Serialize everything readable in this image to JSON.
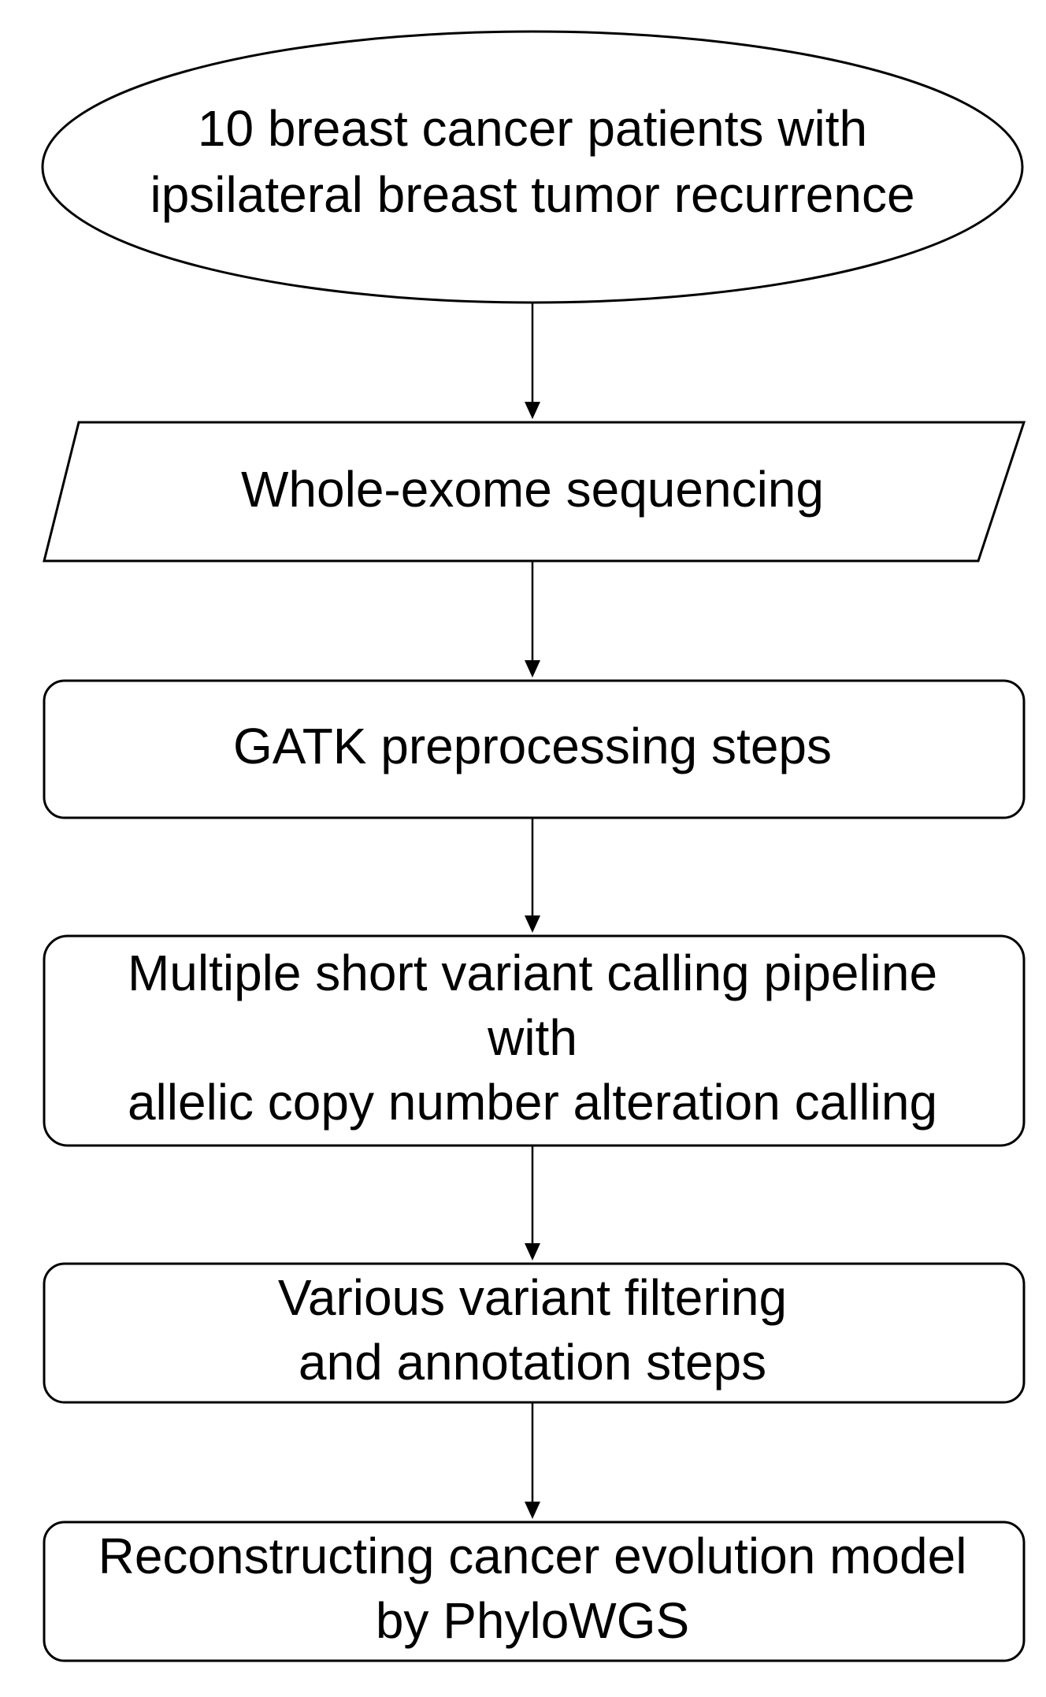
{
  "flowchart": {
    "nodes": [
      {
        "id": "patients",
        "shape": "ellipse",
        "lines": [
          "10 breast cancer patients with",
          "ipsilateral breast tumor recurrence"
        ]
      },
      {
        "id": "wes",
        "shape": "parallelogram",
        "lines": [
          "Whole-exome sequencing"
        ]
      },
      {
        "id": "gatk",
        "shape": "rounded-rectangle",
        "lines": [
          "GATK preprocessing steps"
        ]
      },
      {
        "id": "variant-calling",
        "shape": "rounded-rectangle",
        "lines": [
          "Multiple short variant calling pipeline",
          "with",
          "allelic copy number alteration calling"
        ]
      },
      {
        "id": "filtering",
        "shape": "rounded-rectangle",
        "lines": [
          "Various variant filtering",
          "and annotation steps"
        ]
      },
      {
        "id": "phylowgs",
        "shape": "rounded-rectangle",
        "lines": [
          "Reconstructing cancer evolution model",
          "by PhyloWGS"
        ]
      }
    ],
    "edges": [
      {
        "from": "patients",
        "to": "wes"
      },
      {
        "from": "wes",
        "to": "gatk"
      },
      {
        "from": "gatk",
        "to": "variant-calling"
      },
      {
        "from": "variant-calling",
        "to": "filtering"
      },
      {
        "from": "filtering",
        "to": "phylowgs"
      }
    ]
  }
}
